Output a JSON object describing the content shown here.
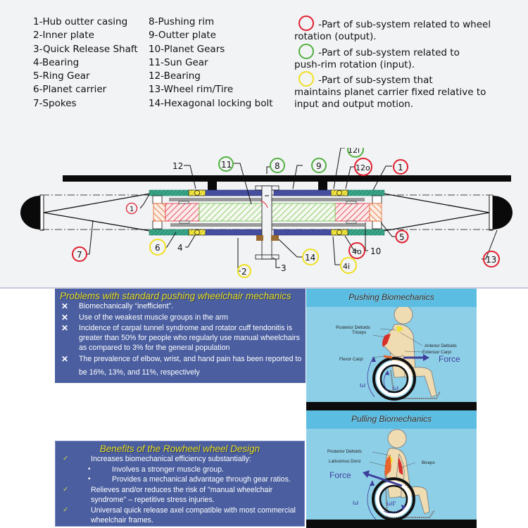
{
  "parts_legend": {
    "column1": [
      "1-Hub outter casing",
      "2-Inner plate",
      "3-Quick Release Shaft",
      "4-Bearing",
      "5-Ring Gear",
      "6-Planet carrier",
      "7-Spokes"
    ],
    "column2": [
      "8-Pushing rim",
      "9-Outter plate",
      "10-Planet Gears",
      "11-Sun Gear",
      "12-Bearing",
      "13-Wheel rim/Tire",
      "14-Hexagonal locking bolt"
    ]
  },
  "subsystem_key": [
    {
      "color": "#e02030",
      "text_line1": "-Part of sub-system related to wheel",
      "text_line2": "rotation (output)."
    },
    {
      "color": "#52b040",
      "text_line1": "-Part of sub-system related to",
      "text_line2": "push-rim rotation (input)."
    },
    {
      "color": "#f0e020",
      "text_line1": "-Part of sub-system that",
      "text_line2": "maintains planet carrier fixed relative to",
      "text_line3": "input and output motion."
    }
  ],
  "diagram_callouts": {
    "c12": "12",
    "c11": "11",
    "c8": "8",
    "c9": "9",
    "c12i": "12i",
    "c12o": "12o",
    "c1_right": "1",
    "c1_left": "1",
    "c7": "7",
    "c6": "6",
    "c4": "4",
    "c2": "2",
    "c3": "3",
    "c14": "14",
    "c4i": "4i",
    "c4o": "4o",
    "c10": "10",
    "c5": "5",
    "c13": "13"
  },
  "colors": {
    "output_red": "#e02030",
    "input_green": "#52b040",
    "fixed_yellow": "#f0e020",
    "panel_blue": "#4a5ea0",
    "panel_title_yellow": "#e8e020",
    "hub_teal": "#3aa88a",
    "plate_blue": "#4a54a8"
  },
  "problems": {
    "title": "Problems with standard pushing wheelchair mechanics",
    "mark": "✕",
    "items": [
      "Biomechanically “inefficient”.",
      "Use of the weakest muscle groups in the arm",
      "Incidence of carpal tunnel syndrome and rotator cuff tendonitis is greater than 50% for people who regularly use manual wheelchairs as compared to 3% for the general population",
      "The prevalence of elbow, wrist, and hand pain has been reported to be 16%, 13%, and 11%, respectively"
    ]
  },
  "benefits": {
    "title": "Benefits of the Rowheel wheel Design",
    "check": "✓",
    "bullet": "•",
    "item1": "Increases biomechanical efficiency substantially:",
    "sub1": "Involves a stronger muscle group.",
    "sub2": "Provides a mechanical advantage through gear ratios.",
    "item2": "Relieves and/or reduces the risk of \"manual  wheelchair syndrome\" – repetitive stress injuries.",
    "item3": "Universal quick release axel compatible with most commercial wheelchair frames."
  },
  "pushing": {
    "title": "Pushing Biomechanics",
    "labels": {
      "posterior_deltoids": "Posterior Deltoids",
      "triceps": "Triceps",
      "anterior_deltoids": "Anterior Deltoids",
      "extensor_carpi": "Extensor Carpi",
      "flexor_carpi": "Flexor  Carpi"
    },
    "force": "Force",
    "omega_outer": "ω",
    "omega_inner": "ω"
  },
  "pulling": {
    "title": "Pulling Biomechanics",
    "labels": {
      "posterior_deltoids": "Posterior Deltoids",
      "latissimus_dorsi": "Latissimus Dorsi",
      "biceps": "Biceps"
    },
    "force": "Force",
    "omega_outer": "ω",
    "omega_inner": "ωr"
  }
}
